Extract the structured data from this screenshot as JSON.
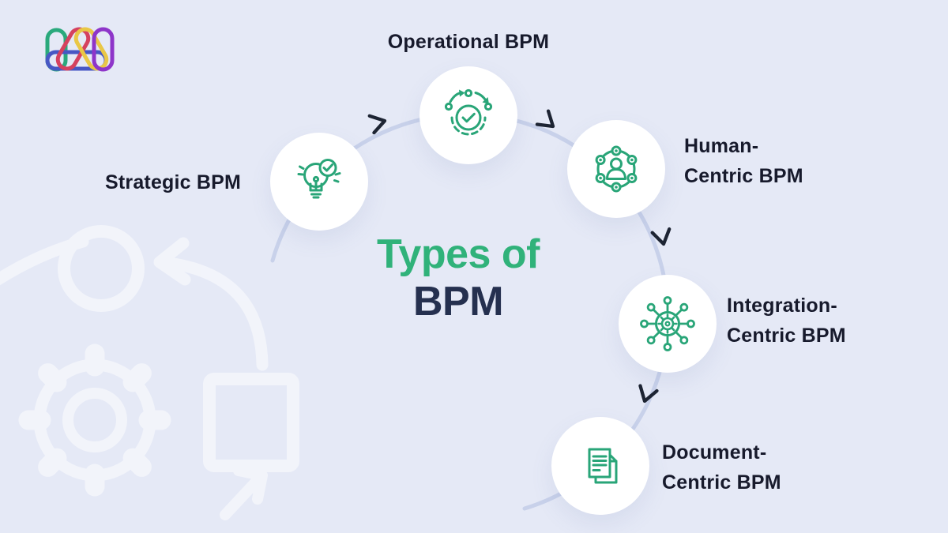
{
  "title": {
    "line1": "Types of",
    "line2": "BPM"
  },
  "nodes": [
    {
      "id": "strategic",
      "lines": [
        "Strategic BPM"
      ],
      "icon": "lightbulb-check-icon"
    },
    {
      "id": "operational",
      "lines": [
        "Operational BPM"
      ],
      "icon": "gear-check-icon"
    },
    {
      "id": "human-centric",
      "lines": [
        "Human-",
        "Centric BPM"
      ],
      "icon": "person-network-icon"
    },
    {
      "id": "integration-centric",
      "lines": [
        "Integration-",
        "Centric BPM"
      ],
      "icon": "gear-hub-icon"
    },
    {
      "id": "document-centric",
      "lines": [
        "Document-",
        "Centric BPM"
      ],
      "icon": "documents-icon"
    }
  ],
  "colors": {
    "background": "#e5e9f6",
    "node-bg": "#ffffff",
    "accent-green": "#29a578",
    "title-green": "#30b27a",
    "title-navy": "#25304f",
    "label-ink": "#171a2c",
    "arc": "#c8d1ea",
    "chevron-ink": "#1d2433",
    "logo-green": "#2aa97c",
    "logo-blue": "#4757c4",
    "logo-red": "#d5415f",
    "logo-yellow": "#e9c746",
    "logo-purple": "#8e35c9"
  }
}
